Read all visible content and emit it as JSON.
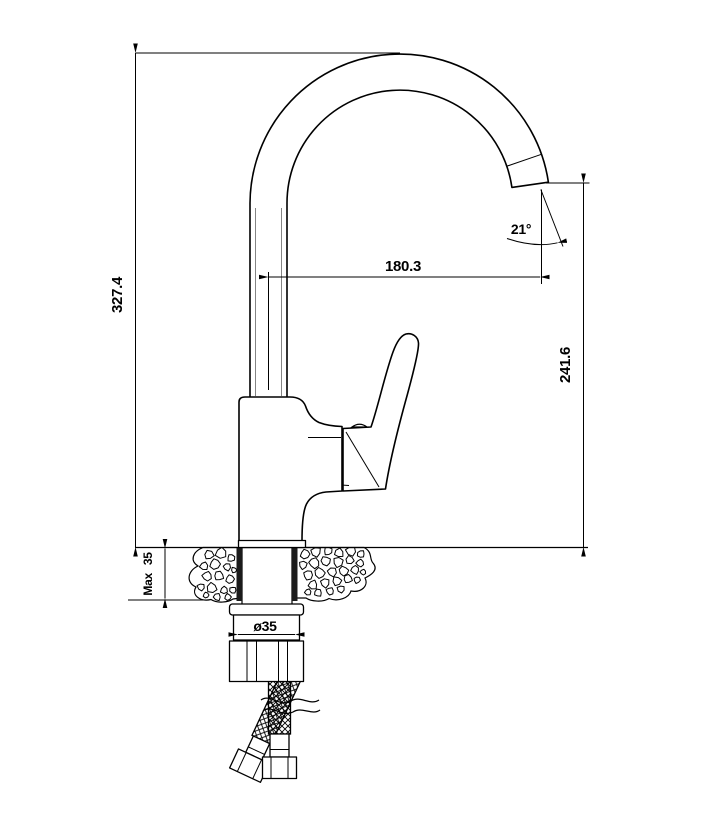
{
  "drawing": {
    "subject": "Single-handle gooseneck kitchen faucet — installation dimension drawing",
    "labels": {
      "total_height": "327.4",
      "outlet_height": "241.6",
      "spout_reach": "180.3",
      "outlet_angle": "21°",
      "max_deck_thickness": "Max 35",
      "mounting_hole_diameter": "ø35"
    },
    "colors": {
      "line": "#000000",
      "background": "#ffffff"
    }
  }
}
